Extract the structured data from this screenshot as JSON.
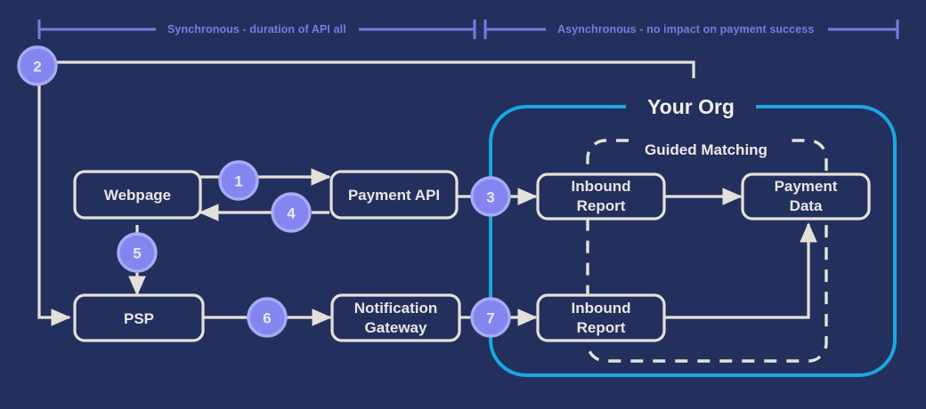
{
  "diagram": {
    "background_color": "#23305e",
    "accent_purple": "#8585f0",
    "accent_purple_ring": "#a9a9f5",
    "accent_cyan": "#19a8e0",
    "line_color": "#e4e1da",
    "ruler_color": "#7b7bdc"
  },
  "ruler": {
    "segments": [
      {
        "label": "Synchronous - duration of API all"
      },
      {
        "label": "Asynchronous - no impact on payment success"
      }
    ]
  },
  "org_group": {
    "title": "Your Org",
    "border_color": "#19a8e0"
  },
  "matching_group": {
    "title": "Guided Matching",
    "border_style": "dashed",
    "border_color": "#e4e1da"
  },
  "nodes": [
    {
      "id": "webpage",
      "label_line1": "Webpage",
      "label_line2": ""
    },
    {
      "id": "payment-api",
      "label_line1": "Payment API",
      "label_line2": ""
    },
    {
      "id": "inbound-report-top",
      "label_line1": "Inbound",
      "label_line2": "Report"
    },
    {
      "id": "payment-data",
      "label_line1": "Payment",
      "label_line2": "Data"
    },
    {
      "id": "psp",
      "label_line1": "PSP",
      "label_line2": ""
    },
    {
      "id": "notification-gateway",
      "label_line1": "Notification",
      "label_line2": "Gateway"
    },
    {
      "id": "inbound-report-bottom",
      "label_line1": "Inbound",
      "label_line2": "Report"
    }
  ],
  "step_badges": [
    {
      "id": "step-1",
      "number": "1"
    },
    {
      "id": "step-2",
      "number": "2"
    },
    {
      "id": "step-3",
      "number": "3"
    },
    {
      "id": "step-4",
      "number": "4"
    },
    {
      "id": "step-5",
      "number": "5"
    },
    {
      "id": "step-6",
      "number": "6"
    },
    {
      "id": "step-7",
      "number": "7"
    }
  ]
}
